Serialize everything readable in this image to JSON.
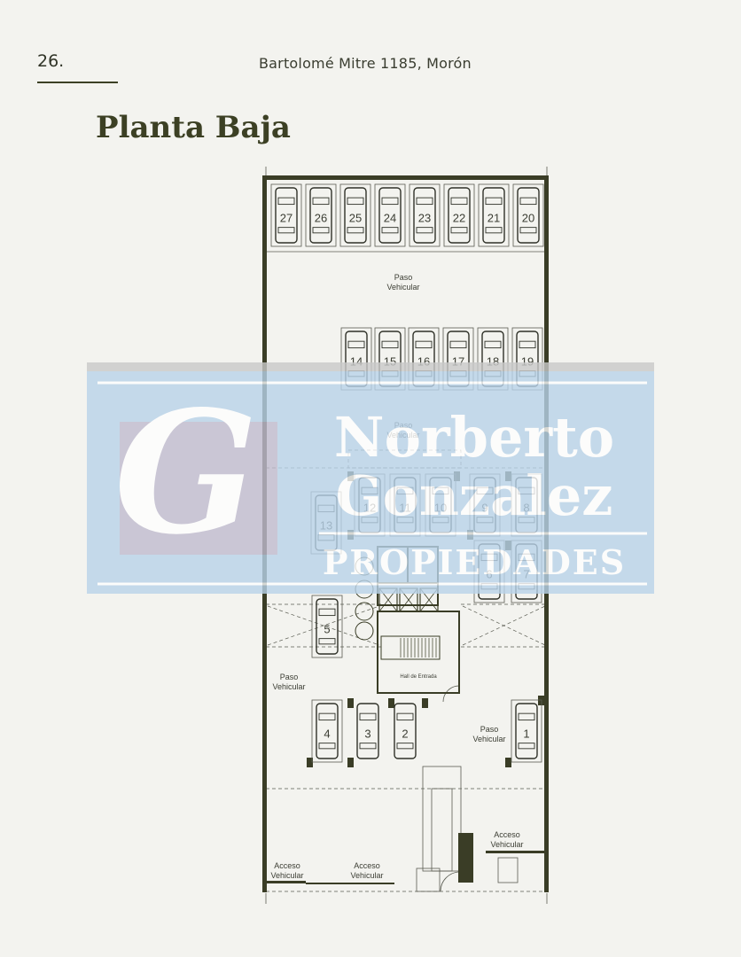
{
  "header": {
    "page_number": "26.",
    "address": "Bartolomé Mitre 1185, Morón"
  },
  "title": "Planta Baja",
  "plan": {
    "parking_spots": [
      "1",
      "2",
      "3",
      "4",
      "5",
      "6",
      "7",
      "8",
      "9",
      "10",
      "11",
      "12",
      "13",
      "14",
      "15",
      "16",
      "17",
      "18",
      "19",
      "20",
      "21",
      "22",
      "23",
      "24",
      "25",
      "26",
      "27"
    ],
    "area_labels": {
      "paso_vehicular": [
        "Paso",
        "Vehicular"
      ],
      "hall": "Hall de Entrada",
      "acceso_vehicular": [
        "Acceso",
        "Vehicular"
      ]
    }
  },
  "watermark": {
    "monogram": "G",
    "name": "Norberto Gonzalez",
    "subtitle": "PROPIEDADES"
  },
  "colors": {
    "title": "#3c4024",
    "walls": "#3a3d26",
    "lines": "#5a5c52",
    "watermark_band": "#b9d3ea",
    "watermark_box": "#c0bccf"
  }
}
